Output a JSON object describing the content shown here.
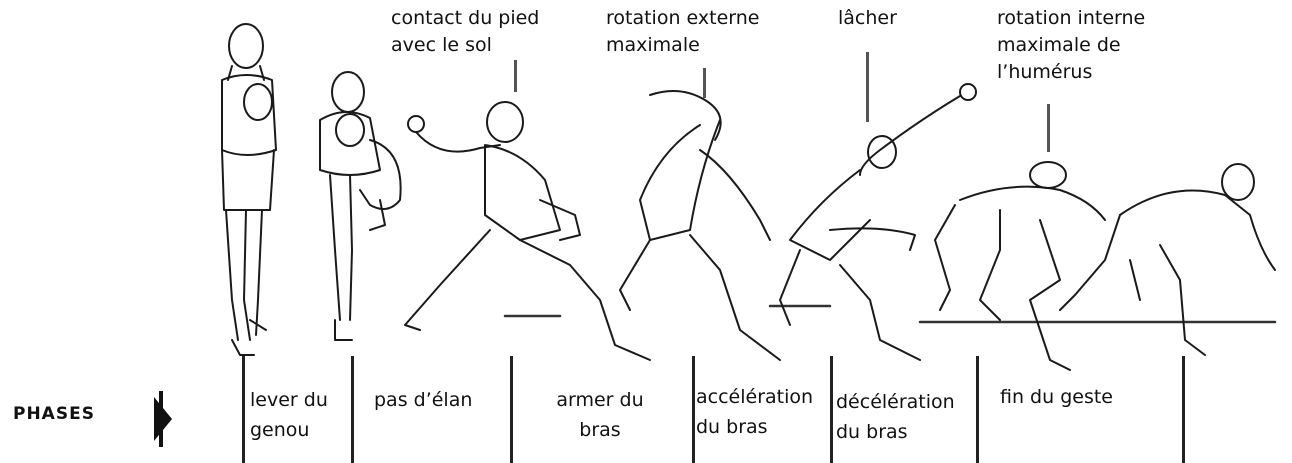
{
  "events": [
    {
      "id": "foot-contact",
      "text": "contact du  pied\navec le sol"
    },
    {
      "id": "max-ext-rotation",
      "text": "rotation externe\nmaximale"
    },
    {
      "id": "release",
      "text": "lâcher"
    },
    {
      "id": "max-int-rotation",
      "text": "rotation interne\nmaximale de\nl’humérus"
    }
  ],
  "phases_label": "PHASES",
  "phases": [
    {
      "id": "knee-lift",
      "text": "lever  du\ngenou"
    },
    {
      "id": "stride",
      "text": "pas d’élan"
    },
    {
      "id": "arm-cocking",
      "text": "armer du\nbras"
    },
    {
      "id": "arm-acceleration",
      "text": "accélération\ndu bras"
    },
    {
      "id": "arm-deceleration",
      "text": "décélération\ndu bras"
    },
    {
      "id": "follow-through",
      "text": "fin du geste"
    }
  ],
  "colors": {
    "ink": "#1a1a1a",
    "background": "#ffffff"
  }
}
